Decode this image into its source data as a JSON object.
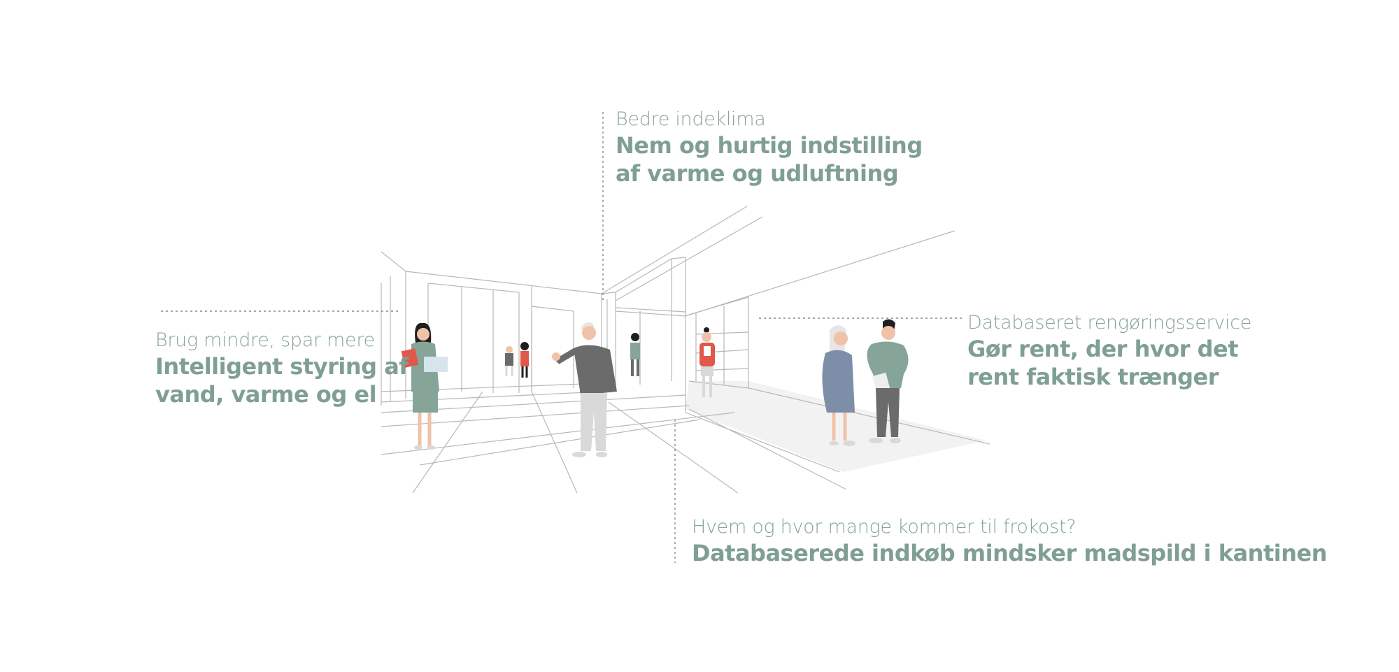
{
  "colors": {
    "accent": "#7f9f93",
    "line": "#b8b8b8",
    "dotted": "#8a8a8a",
    "floor": "#f2f2f2",
    "sage": "#86a598",
    "grey_shirt": "#6b6b6b",
    "light_grey": "#d9d9d9",
    "red_top": "#e0584a",
    "blue_coat": "#7d8ea8",
    "dark_hair": "#1f1f1f",
    "skin": "#f0c2a8",
    "white_hair": "#e6e6e6"
  },
  "callouts": {
    "climate": {
      "sub": "Bedre indeklima",
      "head_line1": "Nem og hurtig indstilling",
      "head_line2": "af varme og udluftning"
    },
    "save": {
      "sub": "Brug mindre, spar mere",
      "head_line1": "Intelligent styring af",
      "head_line2": "vand, varme og el"
    },
    "clean": {
      "sub": "Databaseret rengøringsservice",
      "head_line1": "Gør rent, der hvor det",
      "head_line2": "rent faktisk trænger"
    },
    "lunch": {
      "sub": "Hvem og hvor mange kommer til frokost?",
      "head_line1": "Databaserede indkøb mindsker madspild i kantinen"
    }
  },
  "icons": [
    "person-with-laptop-icon",
    "person-holding-cup-icon",
    "person-with-tablet-icon",
    "person-with-hair-bun-icon",
    "elderly-woman-icon",
    "man-with-paper-icon",
    "background-person-icon"
  ]
}
